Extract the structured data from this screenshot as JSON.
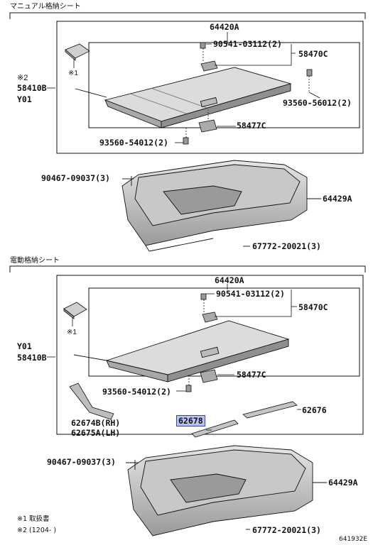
{
  "section_manual": {
    "title": "マニュアル格納シート",
    "labels": {
      "p64420a": "64420A",
      "p90541": "90541-03112(2)",
      "p58470c": "58470C",
      "p58410b": "58410B",
      "y01": "Y01",
      "note2_mark": "※2",
      "note1_mark": "※1",
      "p93560_56012": "93560-56012(2)",
      "p58477c": "58477C",
      "p93560_54012": "93560-54012(2)",
      "p90467": "90467-09037(3)",
      "p64429a": "64429A",
      "p67772": "67772-20021(3)"
    }
  },
  "section_power": {
    "title": "電動格納シート",
    "labels": {
      "p64420a": "64420A",
      "p90541": "90541-03112(2)",
      "p58470c": "58470C",
      "y01": "Y01",
      "p58410b": "58410B",
      "note1_mark": "※1",
      "p58477c": "58477C",
      "p93560_54012": "93560-54012(2)",
      "p62674b": "62674B(RH)",
      "p62675a": "62675A(LH)",
      "p62678": "62678",
      "p62676": "62676",
      "p90467": "90467-09037(3)",
      "p64429a": "64429A",
      "p67772": "67772-20021(3)"
    }
  },
  "footnotes": {
    "note1": "※1 取扱書",
    "note2": "※2 (1204-     )"
  },
  "figure_code": "641932E",
  "colors": {
    "line": "#111111",
    "part_fill": "#d9d9d9",
    "part_fill_dark": "#a9a9a9",
    "highlight": "#b9c3ef"
  }
}
